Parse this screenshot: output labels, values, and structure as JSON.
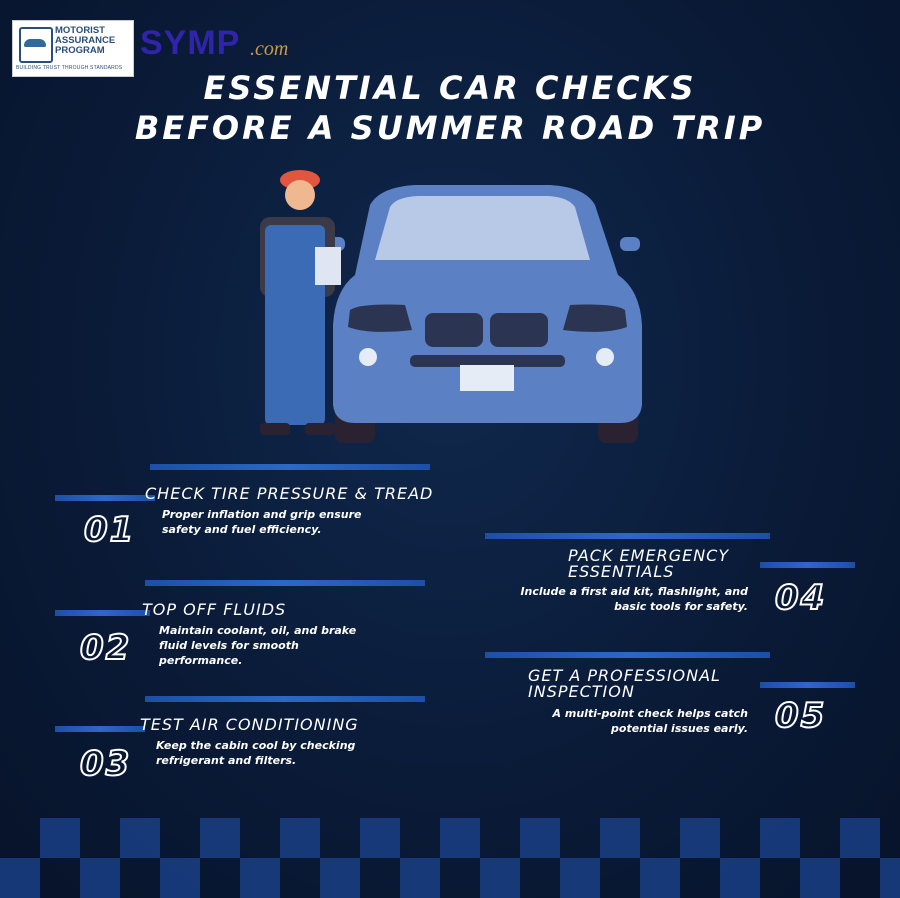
{
  "logo": {
    "lines": [
      "MOTORIST",
      "ASSURANCE",
      "PROGRAM"
    ],
    "tagline": "BUILDING TRUST THROUGH STANDARDS"
  },
  "watermark": {
    "text": "SYMP",
    "suffix": ".com"
  },
  "title": {
    "line1": "Essential Car Checks",
    "line2": "Before a Summer Road Trip"
  },
  "colors": {
    "background": "#0a1b38",
    "accent": "#2f66c8",
    "car": "#5b80c4"
  },
  "items": [
    {
      "number": "01",
      "heading": "Check Tire Pressure & Tread",
      "description": "Proper inflation and grip ensure safety and fuel efficiency."
    },
    {
      "number": "02",
      "heading": "Top Off Fluids",
      "description": "Maintain coolant, oil, and brake fluid levels for smooth performance."
    },
    {
      "number": "03",
      "heading": "Test Air Conditioning",
      "description": "Keep the cabin cool by checking refrigerant and filters."
    },
    {
      "number": "04",
      "heading": "Pack Emergency Essentials",
      "description": "Include a first aid kit, flashlight, and basic tools for safety."
    },
    {
      "number": "05",
      "heading": "Get a Professional Inspection",
      "description": "A multi-point check helps catch potential issues early."
    }
  ]
}
